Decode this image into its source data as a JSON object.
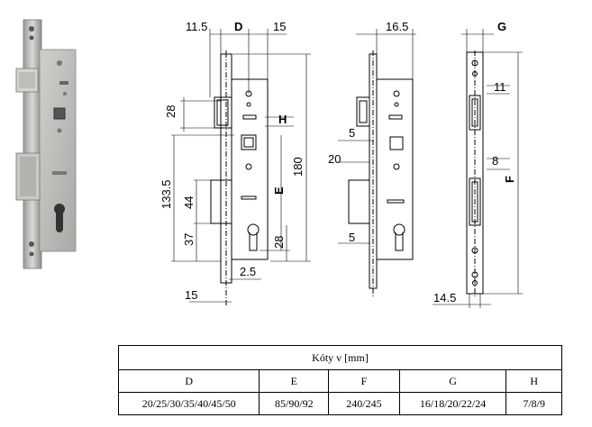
{
  "drawing": {
    "labels": {
      "d": "D",
      "e": "E",
      "f": "F",
      "g": "G",
      "h": "H",
      "v11_5": "11.5",
      "v15_top": "15",
      "v16_5": "16.5",
      "v28_top": "28",
      "v133_5": "133.5",
      "v44": "44",
      "v37": "37",
      "v180": "180",
      "v28_bot": "28",
      "v2_5": "2.5",
      "v15_bot": "15",
      "v5_top": "5",
      "v20": "20",
      "v5_bot": "5",
      "v11": "11",
      "v8": "8",
      "v14_5": "14.5"
    }
  },
  "table": {
    "caption": "Kóty v [mm]",
    "headers": [
      "D",
      "E",
      "F",
      "G",
      "H"
    ],
    "values": [
      "20/25/30/35/40/45/50",
      "85/90/92",
      "240/245",
      "16/18/20/22/24",
      "7/8/9"
    ]
  }
}
